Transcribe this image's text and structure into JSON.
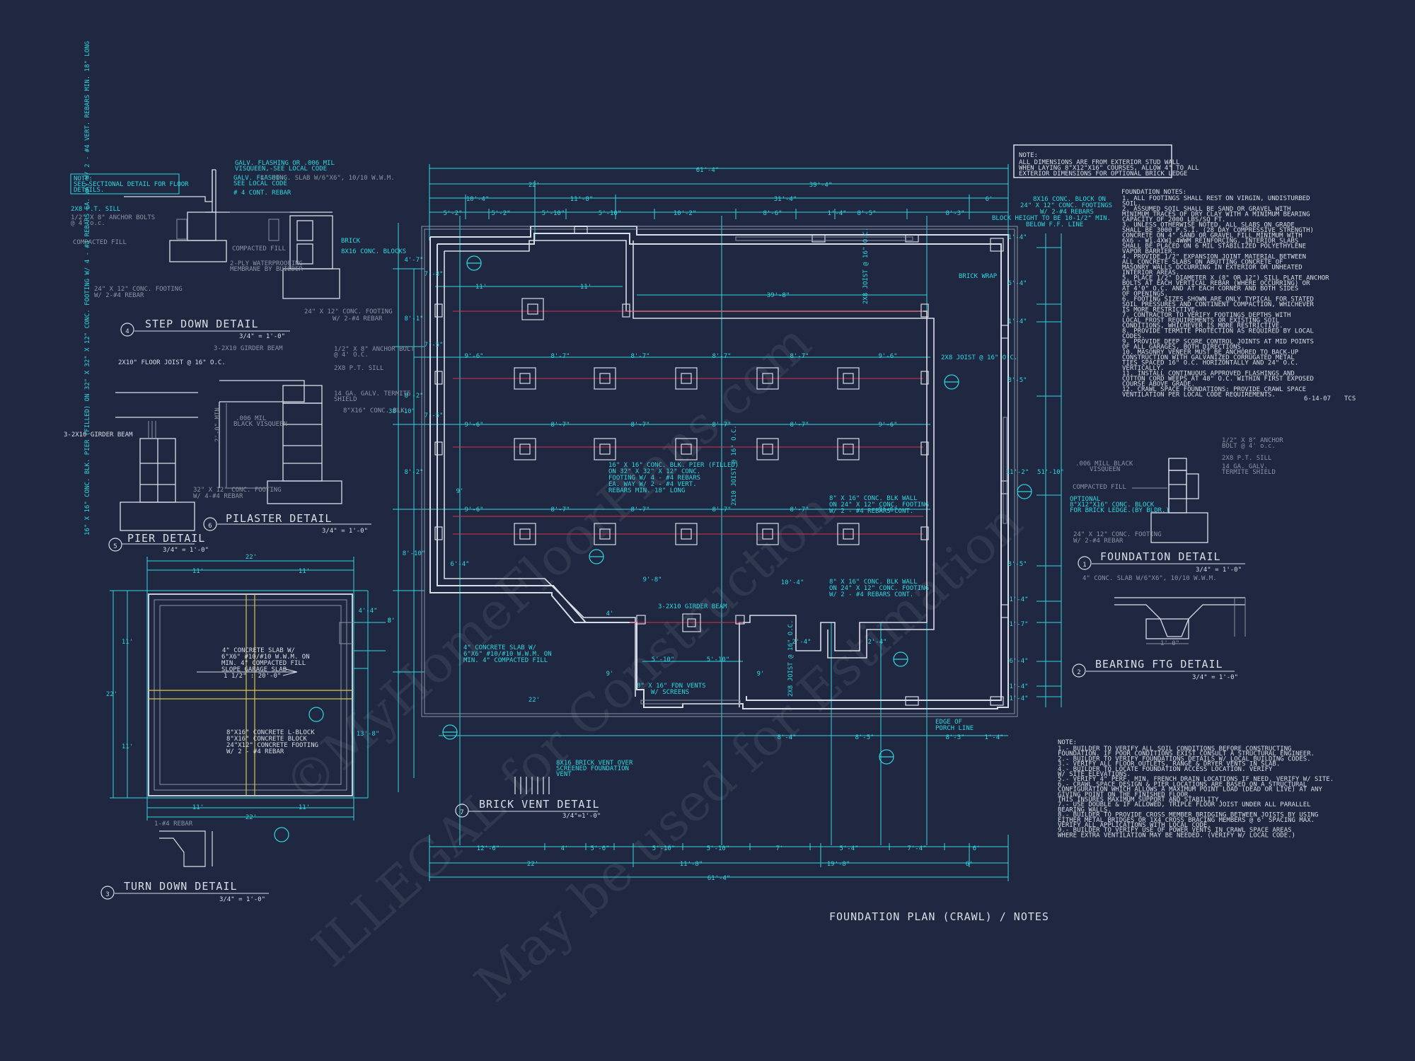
{
  "title": "FOUNDATION PLAN (CRAWL) / NOTES",
  "watermarks": [
    "©MyHomeFloorPlans.com",
    "ILLEGAL for Construction",
    "May be used for Estimation"
  ],
  "note_box": {
    "heading": "NOTE:",
    "lines": [
      "ALL DIMENSIONS ARE FROM EXTERIOR STUD WALL",
      "WHEN LAYING 8\"X12\"X16\" COURSES, ALLOW 4\" TO ALL",
      "EXTERIOR DIMENSIONS FOR OPTIONAL BRICK LEDGE"
    ]
  },
  "foundation_notes": {
    "heading": "FOUNDATION NOTES:",
    "lines": [
      "1. ALL FOOTINGS SHALL REST ON VIRGIN, UNDISTURBED",
      "SOIL.",
      "2. ASSUMED SOIL SHALL BE SAND OR GRAVEL WITH",
      "MINIMUM TRACES OF DRY CLAY WITH A MINIMUM BEARING",
      "CAPACITY OF 2000 LBS/SQ FT.",
      "3. UNLESS OTHERWISE NOTED, ALL SLABS ON GRADE",
      "SHALL BE 3000 P.S.I. (28 DAY COMPRESSIVE STRENGTH)",
      "CONCRETE ON 4\" SAND OR GRAVEL FILL MINIMUM WITH",
      "6X6 - W1.4XW1.4WWM REINFORCING. INTERIOR SLABS",
      "SHALL BE PLACED ON 6 MIL STABILIZED POLYETHYLENE",
      "VAPOR BARRIER.",
      "4. PROVIDE 1/2\" EXPANSION JOINT MATERIAL BETWEEN",
      "ALL CONCRETE SLABS ON ABUTTING CONCRETE OF",
      "MASONRY WALLS OCCURRING IN EXTERIOR OR UNHEATED",
      "INTERIOR AREAS.",
      "5. PLACE 1/2\" DIAMETER X (8\" OR 12\") SILL PLATE ANCHOR",
      "BOLTS AT EACH VERTICAL REBAR (WHERE OCCURRING) OR",
      "AT 4'0\" O.C. AND AT EACH CORNER AND BOTH SIDES",
      "OF OPENINGS.",
      "6. FOOTING SIZES SHOWN ARE ONLY TYPICAL FOR STATED",
      "SOIL PRESSURES AND CONTINENT COMPACTION, WHICHEVER",
      "IS MORE RESTRICTIVE.",
      "7. CONTRACTOR TO VERIFY FOOTINGS DEPTHS WITH",
      "LOCAL FROST REQUIREMENTS OR EXISTING SOIL",
      "CONDITIONS, WHICHEVER IS MORE RESTRICTIVE.",
      "8. PROVIDE TERMITE PROTECTION AS REQUIRED BY LOCAL",
      "CODES.",
      "9. PROVIDE DEEP SCORE CONTROL JOINTS AT MID POINTS",
      "OF ALL GARAGES, BOTH DIRECTIONS.",
      "10. MASONRY VENEER MUST BE ANCHORED TO BACK-UP",
      "CONSTRUCTION WITH GALVANIZED CORRUGATED METAL",
      "TIES SPACED 16\" O.C. HORIZONTALLY AND 24\" O.C.",
      "VERTICALLY.",
      "11. INSTALL CONTINUOUS APPROVED FLASHINGS AND",
      "COTTON CORD WEEPS AT 48\" O.C. WITHIN FIRST EXPOSED",
      "COURSE ABOVE GRADE.",
      "12. CRAWL SPACE FOUNDATIONS: PROVIDE CRAWL SPACE",
      "VENTILATION PER LOCAL CODE REQUIREMENTS."
    ],
    "date": "6-14-07",
    "initials": "TCS"
  },
  "bottom_note": {
    "heading": "NOTE:",
    "lines": [
      "1.- BUILDER TO VERIFY ALL SOIL CONDITIONS BEFORE CONSTRUCTING",
      "FOUNDATION. IF POOR CONDITIONS EXIST CONSULT A STRUCTURAL ENGINEER.",
      "2.- BUILDER TO VERIFY FOUNDATIONS DETAILS W/ LOCAL BUILDING CODES.",
      "3.- VERIFY ALL FLOOR OUTLETS, RANGE & DRYER VENTS IN SLAB.",
      "4.- BUILDER TO LOCATE FOUNDATION ACCESS LOCATION. VERIFY",
      "W/ SITE ELEVATIONS.",
      "5.- VERIFY 4\" PERF. MIN. FRENCH DRAIN LOCATIONS IF NEED. VERIFY W/ SITE.",
      "6.- CRAWL SPACE DESIGN & PIER LOCATIONS ARE BASED ON A STRUCTURAL",
      "CONFIGURATION WHICH ALLOWS A MAXIMUM POINT LOAD (DEAD OR LIVE) AT ANY",
      "GIVING POINT ON THE FINISHED FLOOR.",
      "THIS INSURES MAXIMUM SUPPORT AND STABILITY.",
      "7.- USE DOUBLE & IF ALLOWED, TRIPLE FLOOR JOIST UNDER ALL PARALLEL",
      "BEARING WALLS.",
      "8.- BUILDER TO PROVIDE CROSS MEMBER BRIDGING BETWEEN JOISTS BY USING",
      "EITHER METAL BRIDGES OR 1X4 CROSS BRACING MEMBERS @ 6' SPACING MAX.",
      "VERIFY ALL APPLICATIONS WITH LOCAL CODE.",
      "9.- BUILDER TO VERIFY USE OF POWER VENTS IN CRAWL SPACE AREAS",
      "WHERE EXTRA VENTILATION MAY BE NEEDED. (VERIFY W/ LOCAL CODE.)"
    ]
  },
  "details": [
    {
      "num": "4",
      "title": "STEP  DOWN  DETAIL",
      "scale": "3/4\" = 1'-0\""
    },
    {
      "num": "5",
      "title": "PIER DETAIL",
      "scale": "3/4\" = 1'-0\""
    },
    {
      "num": "6",
      "title": "PILASTER  DETAIL",
      "scale": "3/4\" = 1'-0\""
    },
    {
      "num": "3",
      "title": "TURN  DOWN  DETAIL",
      "scale": "3/4\" = 1'-0\""
    },
    {
      "num": "7",
      "title": "BRICK VENT DETAIL",
      "scale": "3/4\"=1'-0\""
    },
    {
      "num": "1",
      "title": "FOUNDATION  DETAIL",
      "scale": "3/4\" = 1'-0\""
    },
    {
      "num": "2",
      "title": "BEARING  FTG  DETAIL",
      "scale": "3/4\" = 1'-0\""
    }
  ],
  "step_down_labels": {
    "note": [
      "NOTE:",
      "SEE SECTIONAL DETAIL FOR FLOOR",
      "DETAILS."
    ],
    "galv1": [
      "GALV. FLASHING OR .006 MIL",
      "VISQUEEN,-SEE LOCAL CODE"
    ],
    "galv2": [
      "GALV. FLASHING",
      "SEE LOCAL CODE"
    ],
    "rebar": "# 4 CONT. REBAR",
    "slab": "4\" CONC. SLAB W/6\"X6\", 10/10 W.W.M.",
    "sill": "2X8 P.T. SILL",
    "anchor": [
      "1/2\" X 8\" ANCHOR BOLTS",
      "@ 4' o.c."
    ],
    "fill": "COMPACTED FILL",
    "fill2": "COMPACTED FILL",
    "water": [
      "2-PLY WATERPROOFING",
      "MEMBRANE BY BUILDER"
    ],
    "brick": "BRICK",
    "blocks": "8X16 CONC. BLOCKS",
    "footing1": [
      "24\" X 12\" CONC. FOOTING",
      "W/ 2-#4 REBAR"
    ],
    "footing2": [
      "24\" X 12\" CONC. FOOTING",
      "W/ 2-#4 REBAR"
    ]
  },
  "pier_labels": {
    "joist": "2X10\" FLOOR JOIST @ 16\" O.C.",
    "girder": "3-2X10 GIRDER BEAM",
    "vertical": "16\" X 16\" CONC. BLK. PIER (FILLED) ON 32\" X 32\" X 12\" CONC. FOOTING W/ 4 - #4 REBARS EA. WAY W/ 2 - #4 VERT. REBARS MIN. 18\" LONG"
  },
  "pilaster_labels": {
    "girder": "3-2X10 GIRDER BEAM",
    "anchor": [
      "1/2\" X 8\" ANCHOR BOLT",
      "@ 4' O.C."
    ],
    "sill": "2X8 P.T. SILL",
    "termite": [
      "14 GA. GALV. TERMITE",
      "SHIELD"
    ],
    "block": "8\"X16\" CONC. BLK.",
    "visqueen": [
      ".006 MIL",
      "BLACK VISQUEEN"
    ],
    "min": "2'-0\" MIN.",
    "footing": [
      "32\" X 12\" CONC. FOOTING",
      "W/ 4-#4 REBAR"
    ]
  },
  "turn_down_labels": {
    "slab": [
      "4\" CONCRETE SLAB W/",
      "6\"X6\" #10/#10 W.W.M. ON",
      "MIN. 4\" COMPACTED FILL",
      "SLOPE GARAGE SLAB",
      "1 1/2\" : 20'-0\""
    ],
    "block": [
      "8\"X16\" CONCRETE L-BLOCK",
      "8\"X16\" CONCRETE BLOCK",
      "24\"X12\" CONCRETE FOOTING",
      "W/ 2 - #4 REBAR"
    ],
    "rebar": "1-#4 REBAR",
    "dims": {
      "top": "22'",
      "top_l": "11'",
      "top_r": "11'",
      "bot": "22'",
      "bot_l": "11'",
      "bot_r": "11'",
      "left": "22'",
      "left_t": "11'",
      "left_b": "11'",
      "r1": "4'-4\"",
      "r2": "8'",
      "r3": "13'-8\""
    }
  },
  "brick_vent_labels": [
    "8X16 BRICK VENT OVER",
    "SCREENED FOUNDATION",
    "VENT"
  ],
  "foundation_detail_labels": {
    "anchor": [
      "1/2\" X 8\" ANCHOR",
      "BOLT @ 4' o.c."
    ],
    "sill": "2X8 P.T. SILL",
    "termite": [
      "14 GA. GALV.",
      "TERMITE SHIELD"
    ],
    "visqueen": [
      ".006 MILL BLACK",
      "VISQUEEN"
    ],
    "fill": "COMPACTED FILL",
    "optional": [
      "OPTIONAL",
      "8\"X12\"X16\" CONC. BLOCK",
      "FOR BRICK LEDGE.(BY BLDR.)"
    ],
    "footing": [
      "24\" X 12\" CONC. FOOTING",
      "W/ 2-#4 REBAR"
    ]
  },
  "bearing_labels": {
    "slab": "4\" CONC. SLAB W/6\"X6\", 10/10 W.W.M.",
    "dim": "1'-0\""
  },
  "plan_labels": {
    "block_note": [
      "8X16 CONC. BLOCK ON",
      "24\" X 12\" CONC. FOOTINGS",
      "W/ 2-#4 REBARS",
      "BLOCK HEIGHT TO BE 10-1/2\" MIN.",
      "BELOW F.F. LINE"
    ],
    "brick_wrap": "BRICK WRAP",
    "joist_top": "2X8 JOIST @ 16\" O.C.",
    "joist_right": "2X8 JOIST @ 16\" O.C.",
    "joist_mid": "2X10 JOIST @ 16\" O.C.",
    "joist_low": "2X8 JOIST @ 16\" O.C.",
    "pier": [
      "16\" X 16\" CONC. BLK. PIER (FILLED)",
      "ON 32\" X 32\" X 12\" CONC.",
      "FOOTING W/ 4 - #4 REBARS",
      "EA. WAY W/ 2 - #4 VERT.",
      "REBARS MIN. 18\" LONG"
    ],
    "wall1": [
      "8\" X 16\" CONC. BLK WALL",
      "ON 24\" X 12\" CONC. FOOTING",
      "W/ 2 - #4 REBARS CONT."
    ],
    "wall2": [
      "8\" X 16\" CONC. BLK WALL",
      "ON 24\" X 12\" CONC. FOOTING",
      "W/ 2 - #4 REBARS CONT."
    ],
    "girder": "3-2X10 GIRDER BEAM",
    "slab": [
      "4\" CONCRETE SLAB W/",
      "6\"X6\" #10/#10 W.W.M. ON",
      "MIN. 4\" COMPACTED FILL"
    ],
    "vents": [
      "8\" X 16\" FDN VENTS",
      "W/ SCREENS"
    ],
    "porch": [
      "EDGE OF",
      "PORCH LINE"
    ]
  },
  "plan_dims": {
    "top1": "61'-4\"",
    "top2a": "22'",
    "top2b": "39'-4\"",
    "top3": [
      "10'-4\"",
      "11'-8\"",
      "31'-4\"",
      "6'"
    ],
    "top4": [
      "5'-2\"",
      "5'-2\"",
      "5'-10\"",
      "5'-10\"",
      "10'-2\"",
      "8'-6\"",
      "1'-4\"",
      "8'-5\"",
      "8'-3\""
    ],
    "inner": [
      "11'",
      "11'",
      "39'-8\""
    ],
    "rows": [
      "9'-6\"",
      "8'-7\"",
      "8'-7\"",
      "8'-7\"",
      "8'-7\"",
      "9'-6\""
    ],
    "left_outer": [
      "4'-7\"",
      "8'-1\"",
      "8'-2\"",
      "8'-2\"",
      "8'-10\""
    ],
    "left_inner": [
      "7'-8\"",
      "7'-5\"",
      "7'-5\"",
      "9'",
      "6'-4\"",
      "38'-10\""
    ],
    "right_outer": [
      "1'-4\"",
      "6'-4\"",
      "1'-4\"",
      "8'-5\"",
      "11'-2\"",
      "8'-5\"",
      "1'-4\"",
      "1'-7\"",
      "6'-4\"",
      "1'-4\"",
      "1'-4\"",
      "51'-10\""
    ],
    "mid": [
      "9'-8\"",
      "10'-4\"",
      "5'-10\"",
      "5'-10\"",
      "2'-4\"",
      "2'-4\"",
      "8'",
      "9'",
      "4'",
      "9'",
      "22'",
      "8'-4\"",
      "8'-5\"",
      "8'-3\"",
      "1'-4\""
    ],
    "bot1": [
      "12'-6\"",
      "4'",
      "5'-6\"",
      "5'-10\"",
      "5'-10\"",
      "7'",
      "5'-4\"",
      "7'-4\"",
      "6'"
    ],
    "bot2a": "22'",
    "bot2b": "11'-8\"",
    "bot2c": "19'-8\"",
    "bot2d": "6'",
    "bot3": "61'-4\""
  }
}
